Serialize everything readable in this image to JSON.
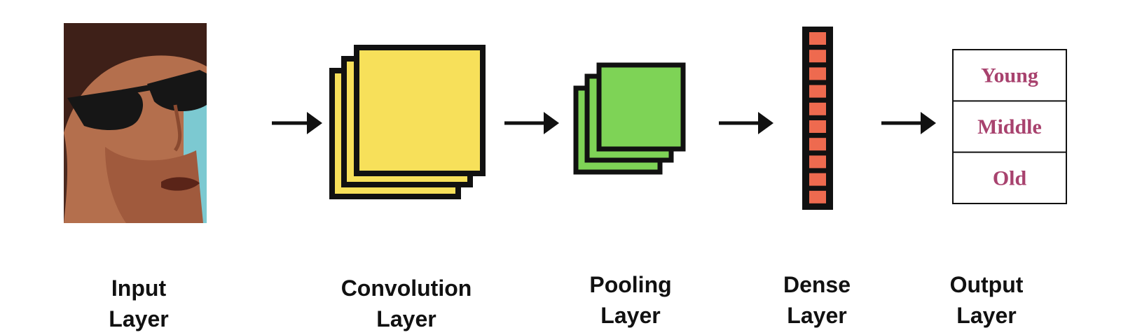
{
  "colors": {
    "conv_fill": "#F7E05A",
    "pool_fill": "#7ED356",
    "dense_fill": "#EE6A4F",
    "output_text": "#A8426E",
    "stroke": "#111111",
    "skin": "#B46F4D",
    "hair": "#3E2018",
    "glasses": "#161616",
    "background_sky": "#7CC9D1"
  },
  "input_image": {
    "icon": "face-photo-icon",
    "description": "man with sunglasses"
  },
  "output_classes": [
    "Young",
    "Middle",
    "Old"
  ],
  "labels": {
    "input": {
      "line1": "Input",
      "line2": "Layer"
    },
    "conv": {
      "line1": "Convolution",
      "line2": "Layer"
    },
    "pool": {
      "line1": "Pooling",
      "line2": "Layer"
    },
    "dense": {
      "line1": "Dense",
      "line2": "Layer"
    },
    "output": {
      "line1": "Output",
      "line2": "Layer"
    }
  },
  "dense_units": 10
}
